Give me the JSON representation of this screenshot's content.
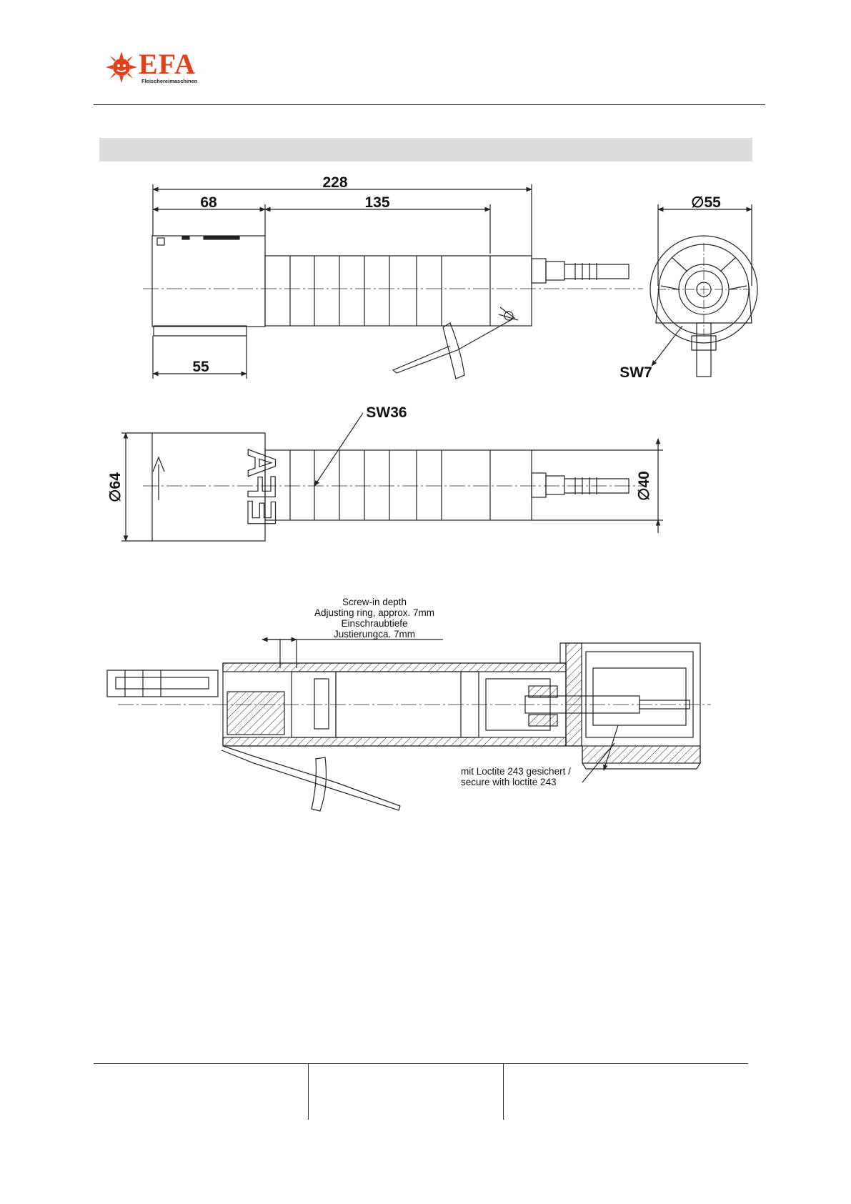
{
  "logo": {
    "brand": "EFA",
    "subtitle": "Fleischereimaschinen"
  },
  "side_view": {
    "dim_total": "228",
    "dim_head": "68",
    "dim_body": "135",
    "dim_base": "55"
  },
  "end_view": {
    "dim_diameter": "∅55",
    "label_wrench": "SW7"
  },
  "top_view": {
    "label_wrench": "SW36",
    "dim_head_dia": "∅64",
    "dim_body_dia": "∅40",
    "engraving": "EFA"
  },
  "section_view": {
    "note_depth": [
      "Screw-in depth",
      "Adjusting ring, approx. 7mm",
      "Einschraubtiefe",
      "Justierungca. 7mm"
    ],
    "note_loctite": [
      "mit Loctite 243 gesichert /",
      "secure with loctite 243"
    ]
  },
  "colors": {
    "brand": "#e2401c",
    "band": "#dddddd",
    "line": "#222222"
  }
}
